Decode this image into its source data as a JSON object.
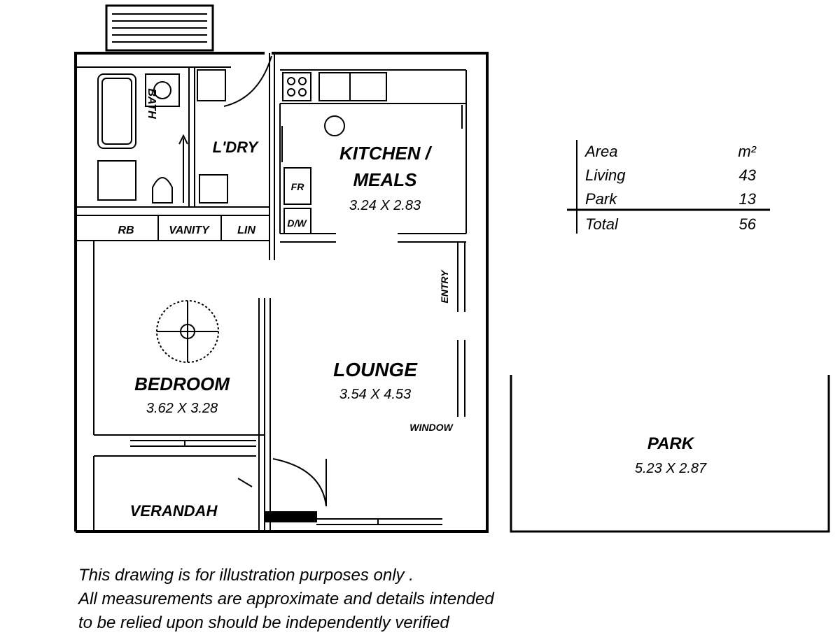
{
  "rooms": {
    "kitchen": {
      "name_line1": "KITCHEN /",
      "name_line2": "MEALS",
      "dims": "3.24 X 2.83"
    },
    "laundry": {
      "name": "L'DRY"
    },
    "bath": {
      "name": "BATH"
    },
    "robe": {
      "name": "RB"
    },
    "vanity": {
      "name": "VANITY"
    },
    "linen": {
      "name": "LIN"
    },
    "fridge": {
      "name": "FR"
    },
    "dishwasher": {
      "name": "D/W"
    },
    "entry": {
      "name": "ENTRY"
    },
    "lounge": {
      "name": "LOUNGE",
      "dims": "3.54 X 4.53"
    },
    "bedroom": {
      "name": "BEDROOM",
      "dims": "3.62 X 3.28"
    },
    "verandah": {
      "name": "VERANDAH"
    },
    "park": {
      "name": "PARK",
      "dims": "5.23 X 2.87"
    },
    "window_label": "WINDOW"
  },
  "area_table": {
    "header_label": "Area",
    "header_unit": "m²",
    "rows": [
      {
        "label": "Living",
        "value": "43"
      },
      {
        "label": "Park",
        "value": "13"
      }
    ],
    "total_label": "Total",
    "total_value": "56"
  },
  "disclaimer": {
    "line1": "This drawing is for illustration purposes only .",
    "line2": "All measurements are approximate and details intended",
    "line3": "to be relied upon should be independently verified"
  }
}
